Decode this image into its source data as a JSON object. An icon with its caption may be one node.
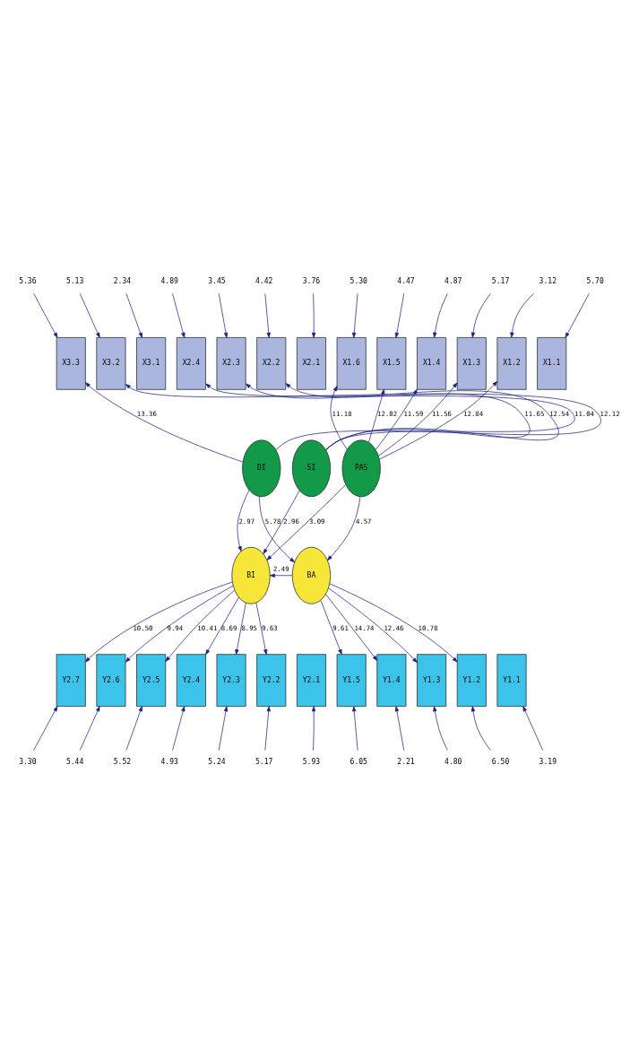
{
  "diagram": {
    "nodes": [
      {
        "text": [
          "5.36"
        ]
      },
      {
        "text": [
          "5.13"
        ]
      },
      {
        "text": [
          "2.34"
        ]
      },
      {
        "text": [
          "4.89"
        ]
      },
      {
        "text": [
          "3.45"
        ]
      },
      {
        "text": [
          "4.42"
        ]
      },
      {
        "text": [
          "3.76"
        ]
      },
      {
        "text": [
          "5.30"
        ]
      },
      {
        "text": [
          "4.47"
        ]
      },
      {
        "text": [
          "4.87"
        ]
      },
      {
        "text": [
          "5.17"
        ]
      },
      {
        "text": [
          "3.12"
        ]
      },
      {
        "text": [
          "5.70"
        ]
      },
      {
        "text": [
          "X3.3"
        ]
      },
      {
        "text": [
          "X3.2"
        ]
      },
      {
        "text": [
          "X3.1"
        ]
      },
      {
        "text": [
          "X2.4"
        ]
      },
      {
        "text": [
          "X2.3"
        ]
      },
      {
        "text": [
          "X2.2"
        ]
      },
      {
        "text": [
          "X2.1"
        ]
      },
      {
        "text": [
          "X1.6"
        ]
      },
      {
        "text": [
          "X1.5"
        ]
      },
      {
        "text": [
          "X1.4"
        ]
      },
      {
        "text": [
          "X1.3"
        ]
      },
      {
        "text": [
          "X1.2"
        ]
      },
      {
        "text": [
          "X1.1"
        ]
      },
      {
        "text": [
          "DI"
        ]
      },
      {
        "text": [
          "SI"
        ]
      },
      {
        "text": [
          "PAS"
        ]
      },
      {
        "text": [
          "BI"
        ]
      },
      {
        "text": [
          "BA"
        ]
      },
      {
        "text": [
          "Y2.7"
        ]
      },
      {
        "text": [
          "Y2.6"
        ]
      },
      {
        "text": [
          "Y2.5"
        ]
      },
      {
        "text": [
          "Y2.4"
        ]
      },
      {
        "text": [
          "Y2.3"
        ]
      },
      {
        "text": [
          "Y2.2"
        ]
      },
      {
        "text": [
          "Y2.1"
        ]
      },
      {
        "text": [
          "Y1.5"
        ]
      },
      {
        "text": [
          "Y1.4"
        ]
      },
      {
        "text": [
          "Y1.3"
        ]
      },
      {
        "text": [
          "Y1.2"
        ]
      },
      {
        "text": [
          "Y1.1"
        ]
      },
      {
        "text": [
          "3.30"
        ]
      },
      {
        "text": [
          "5.44"
        ]
      },
      {
        "text": [
          "5.52"
        ]
      },
      {
        "text": [
          "4.93"
        ]
      },
      {
        "text": [
          "5.24"
        ]
      },
      {
        "text": [
          "5.17"
        ]
      },
      {
        "text": [
          "5.93"
        ]
      },
      {
        "text": [
          "6.05"
        ]
      },
      {
        "text": [
          "2.21"
        ]
      },
      {
        "text": [
          "4.80"
        ]
      },
      {
        "text": [
          "6.50"
        ]
      },
      {
        "text": [
          "3.19"
        ]
      }
    ],
    "edges": [
      {
        "from": 0,
        "to": 13,
        "arrow": "to"
      },
      {
        "from": 1,
        "to": 14,
        "arrow": "to"
      },
      {
        "from": 2,
        "to": 15,
        "arrow": "to"
      },
      {
        "from": 3,
        "to": 16,
        "arrow": "to"
      },
      {
        "from": 4,
        "to": 17,
        "arrow": "to"
      },
      {
        "from": 5,
        "to": 18,
        "arrow": "to"
      },
      {
        "from": 6,
        "to": 19,
        "arrow": "to"
      },
      {
        "from": 7,
        "to": 20,
        "arrow": "to"
      },
      {
        "from": 8,
        "to": 21,
        "arrow": "to"
      },
      {
        "from": 9,
        "to": 22,
        "arrow": "to"
      },
      {
        "from": 10,
        "to": 23,
        "arrow": "to"
      },
      {
        "from": 11,
        "to": 24,
        "arrow": "to"
      },
      {
        "from": 12,
        "to": 25,
        "arrow": "to"
      },
      {
        "from": 26,
        "to": 13,
        "arrow": "to",
        "label": "13.36"
      },
      {
        "from": 26,
        "to": 14,
        "arrow": "to",
        "label": "12.12"
      },
      {
        "from": 27,
        "to": 16,
        "arrow": "to",
        "label": "11.04"
      },
      {
        "from": 27,
        "to": 17,
        "arrow": "to",
        "label": "12.54"
      },
      {
        "from": 27,
        "to": 18,
        "arrow": "to",
        "label": "11.65"
      },
      {
        "from": 28,
        "to": 20,
        "arrow": "to",
        "label": "11.18"
      },
      {
        "from": 28,
        "to": 21,
        "arrow": "to",
        "label": "12.02"
      },
      {
        "from": 28,
        "to": 22,
        "arrow": "to",
        "label": "11.59"
      },
      {
        "from": 28,
        "to": 23,
        "arrow": "to",
        "label": "11.56"
      },
      {
        "from": 28,
        "to": 24,
        "arrow": "to",
        "label": "12.84"
      },
      {
        "from": 26,
        "to": 29,
        "arrow": "to",
        "label": "2.97"
      },
      {
        "from": 27,
        "to": 29,
        "arrow": "to",
        "label": "2.96"
      },
      {
        "from": 26,
        "to": 30,
        "arrow": "to",
        "label": "5.78"
      },
      {
        "from": 28,
        "to": 29,
        "arrow": "to",
        "label": "3.09"
      },
      {
        "from": 28,
        "to": 30,
        "arrow": "to",
        "label": "4.57"
      },
      {
        "from": 30,
        "to": 29,
        "arrow": "to",
        "label": "2.49"
      },
      {
        "from": 29,
        "to": 31,
        "arrow": "to",
        "label": "10.50"
      },
      {
        "from": 29,
        "to": 32,
        "arrow": "to",
        "label": "9.94"
      },
      {
        "from": 29,
        "to": 33,
        "arrow": "to",
        "label": "10.41"
      },
      {
        "from": 29,
        "to": 34,
        "arrow": "to",
        "label": "8.69"
      },
      {
        "from": 29,
        "to": 35,
        "arrow": "to",
        "label": "8.95"
      },
      {
        "from": 29,
        "to": 36,
        "arrow": "to",
        "label": "9.63"
      },
      {
        "from": 30,
        "to": 38,
        "arrow": "to",
        "label": "9.61"
      },
      {
        "from": 30,
        "to": 39,
        "arrow": "to",
        "label": "14.74"
      },
      {
        "from": 30,
        "to": 40,
        "arrow": "to",
        "label": "12.46"
      },
      {
        "from": 30,
        "to": 41,
        "arrow": "to",
        "label": "10.78"
      },
      {
        "from": 43,
        "to": 31,
        "arrow": "to"
      },
      {
        "from": 44,
        "to": 32,
        "arrow": "to"
      },
      {
        "from": 45,
        "to": 33,
        "arrow": "to"
      },
      {
        "from": 46,
        "to": 34,
        "arrow": "to"
      },
      {
        "from": 47,
        "to": 35,
        "arrow": "to"
      },
      {
        "from": 48,
        "to": 36,
        "arrow": "to"
      },
      {
        "from": 49,
        "to": 37,
        "arrow": "to"
      },
      {
        "from": 50,
        "to": 38,
        "arrow": "to"
      },
      {
        "from": 51,
        "to": 39,
        "arrow": "to"
      },
      {
        "from": 52,
        "to": 40,
        "arrow": "to"
      },
      {
        "from": 53,
        "to": 41,
        "arrow": "to"
      },
      {
        "from": 54,
        "to": 42,
        "arrow": "to"
      }
    ]
  }
}
